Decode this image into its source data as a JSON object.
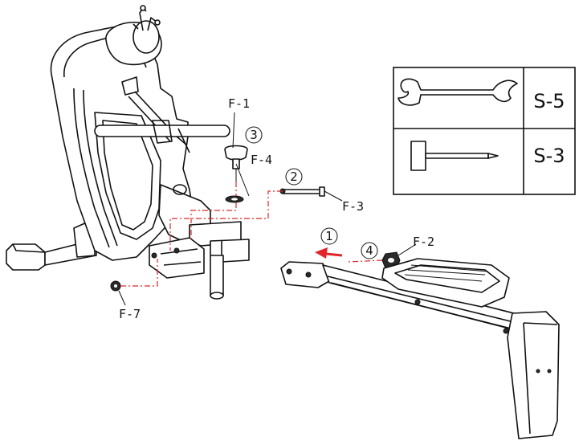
{
  "parts": {
    "f1": "F-1",
    "f2": "F-2",
    "f3": "F-3",
    "f4": "F-4",
    "f7": "F-7"
  },
  "steps": {
    "s1": "1",
    "s2": "2",
    "s3": "3",
    "s4": "4"
  },
  "tools": {
    "wrench_code": "S-5",
    "allen_key_code": "S-3"
  },
  "colors": {
    "line": "#111111",
    "guide": "#e0262b"
  },
  "icons": {
    "arrow": "direction-arrow-icon",
    "wrench": "open-wrench-icon",
    "key": "allen-key-icon"
  }
}
